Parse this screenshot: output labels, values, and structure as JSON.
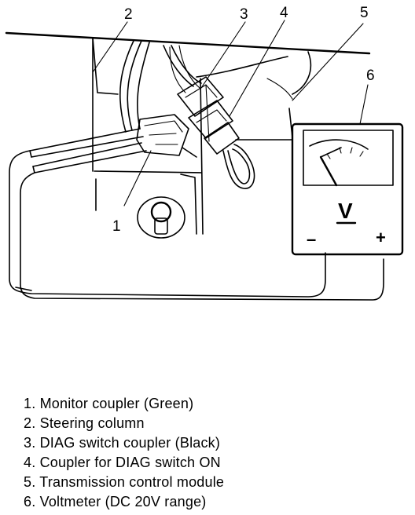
{
  "callouts": [
    "1",
    "2",
    "3",
    "4",
    "5",
    "6"
  ],
  "voltmeter": {
    "unit_symbol": "V",
    "minus": "–",
    "plus": "+"
  },
  "legend": [
    "1. Monitor coupler (Green)",
    "2. Steering column",
    "3. DIAG switch coupler (Black)",
    "4. Coupler for DIAG switch ON",
    "5. Transmission control module",
    "6. Voltmeter (DC 20V range)"
  ]
}
